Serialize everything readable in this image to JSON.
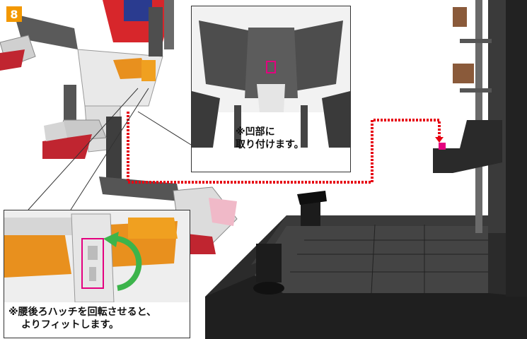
{
  "step_number": "8",
  "top_callout": {
    "note_line1": "※凹部に",
    "note_line2": "取り付けます。"
  },
  "bottom_callout": {
    "note_line1": "※腰後ろハッチを回転させると、",
    "note_line2": "よりフィットします。"
  },
  "colors": {
    "badge": "#f39800",
    "dotted_guide": "#e60012",
    "highlight": "#e4007f",
    "rotate_arrow": "#3cb44b"
  },
  "icons": [
    "rotate-arrow-icon",
    "mount-point-marker-icon"
  ]
}
